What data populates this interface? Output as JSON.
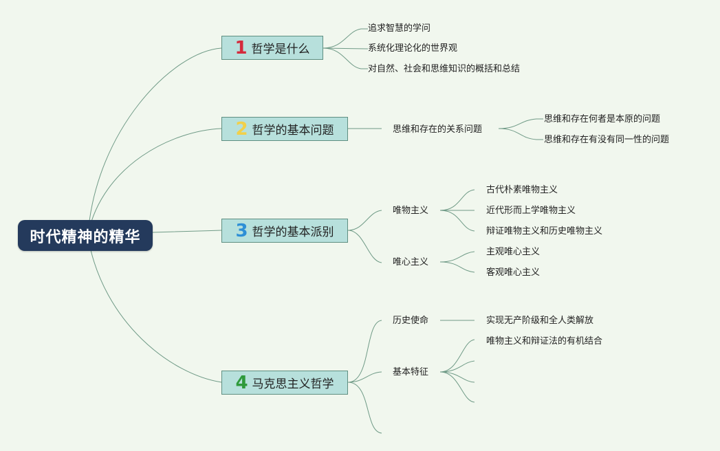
{
  "root": "时代精神的精华",
  "topics": [
    {
      "number": "1",
      "number_color": "#d42a3c",
      "label": "哲学是什么",
      "children": [
        {
          "label": "追求智慧的学问",
          "children": []
        },
        {
          "label": "系统化理论化的世界观",
          "children": []
        },
        {
          "label": "对自然、社会和思维知识的概括和总结",
          "children": []
        }
      ]
    },
    {
      "number": "2",
      "number_color": "#f2d04a",
      "label": "哲学的基本问题",
      "children": [
        {
          "label": "思维和存在的关系问题",
          "children": [
            "思维和存在何者是本原的问题",
            "思维和存在有没有同一性的问题"
          ]
        }
      ]
    },
    {
      "number": "3",
      "number_color": "#2e8fd6",
      "label": "哲学的基本派别",
      "children": [
        {
          "label": "唯物主义",
          "children": [
            "古代朴素唯物主义",
            "近代形而上学唯物主义",
            "辩证唯物主义和历史唯物主义"
          ]
        },
        {
          "label": "唯心主义",
          "children": [
            "主观唯心主义",
            "客观唯心主义"
          ]
        }
      ]
    },
    {
      "number": "4",
      "number_color": "#2f9a3c",
      "label": "马克思主义哲学",
      "children": [
        {
          "label": "历史使命",
          "children": [
            "实现无产阶级和全人类解放"
          ]
        },
        {
          "label": "基本特征",
          "children": [
            "唯物主义和辩证法的有机结合",
            "",
            "",
            ""
          ]
        },
        {
          "label": "",
          "children": []
        }
      ]
    }
  ]
}
